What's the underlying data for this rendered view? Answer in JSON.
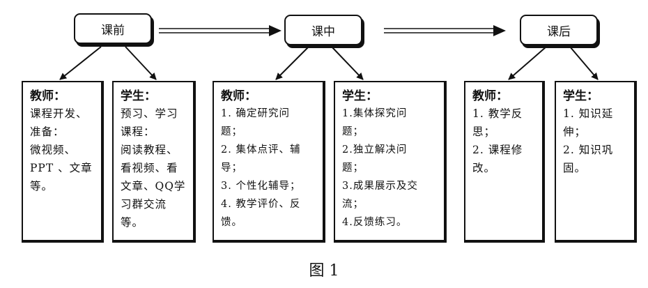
{
  "phases": {
    "before": "课前",
    "during": "课中",
    "after": "课后"
  },
  "boxes": {
    "before_teacher": {
      "title": "教师：",
      "items": [
        "课程开发、",
        "准备：",
        "微视频、",
        "PPT 、文章",
        "等。"
      ]
    },
    "before_student": {
      "title": "学生：",
      "items": [
        "预习、学习",
        "课程：",
        "阅读教程、",
        "看视频、看",
        "文章、QQ学",
        "习群交流等。"
      ]
    },
    "during_teacher": {
      "title": "教师：",
      "items": [
        "1. 确定研究问",
        "题；",
        "2. 集体点评、辅",
        "导；",
        "3. 个性化辅导；",
        "4. 教学评价、反",
        "馈。"
      ]
    },
    "during_student": {
      "title": "学生：",
      "items": [
        "1.集体探究问",
        "题；",
        "2.独立解决问",
        "题；",
        "3.成果展示及交",
        "流；",
        "4.反馈练习。"
      ]
    },
    "after_teacher": {
      "title": "教师：",
      "items": [
        "1. 教学反",
        "思；",
        "2. 课程修",
        "改。"
      ]
    },
    "after_student": {
      "title": "学生：",
      "items": [
        "1.  知识延",
        "伸；",
        "2.  知识巩",
        "固。"
      ]
    }
  },
  "caption": "图 1"
}
